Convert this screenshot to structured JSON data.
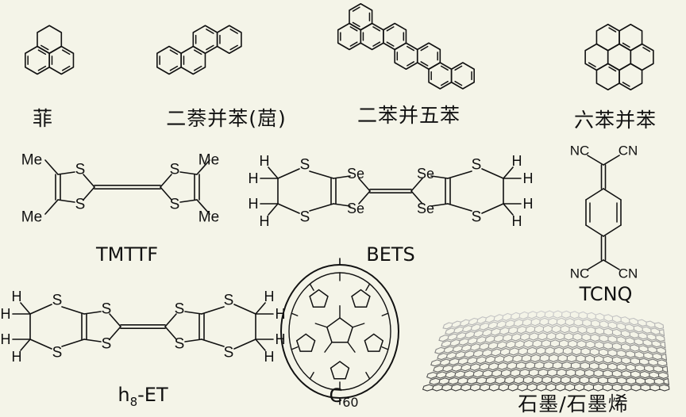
{
  "labels": {
    "phenanthrene": "菲",
    "chrysene": "二萘并苯(䓛)",
    "pentacene_dibenzo": "二苯并五苯",
    "coronene": "六苯并苯",
    "tmttf": "TMTTF",
    "bets": "BETS",
    "tcnq": "TCNQ",
    "bedt_prefix": "h",
    "bedt_sub": "8",
    "bedt_suffix": "-ET",
    "c60_prefix": "C",
    "c60_sub": "60",
    "graphite": "石墨/石墨烯"
  },
  "atoms": {
    "me": "Me",
    "s": "S",
    "se": "Se",
    "h": "H",
    "nc": "NC",
    "cn": "CN"
  },
  "colors": {
    "background": "#f4f4e8",
    "ink": "#111111",
    "sheet_hi": "#cfcfcf",
    "sheet_lo": "#3a3a3a"
  }
}
